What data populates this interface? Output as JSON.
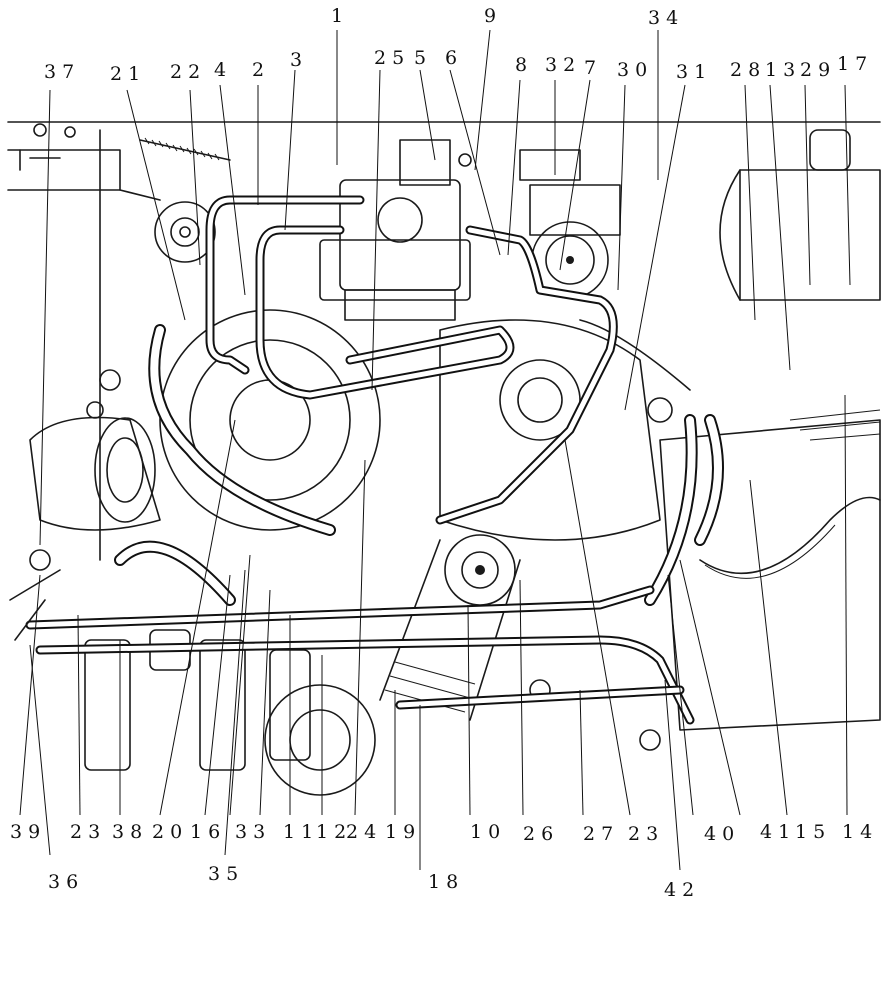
{
  "callouts_top": [
    {
      "id": "c-1",
      "text": "1"
    },
    {
      "id": "c-9",
      "text": "9"
    },
    {
      "id": "c-34",
      "text": "3 4"
    },
    {
      "id": "c-37",
      "text": "3 7"
    },
    {
      "id": "c-21",
      "text": "2 1"
    },
    {
      "id": "c-22",
      "text": "2 2"
    },
    {
      "id": "c-4",
      "text": "4"
    },
    {
      "id": "c-2",
      "text": "2"
    },
    {
      "id": "c-3",
      "text": "3"
    },
    {
      "id": "c-25",
      "text": "2 5"
    },
    {
      "id": "c-5",
      "text": "5"
    },
    {
      "id": "c-6",
      "text": "6"
    },
    {
      "id": "c-8",
      "text": "8"
    },
    {
      "id": "c-32",
      "text": "3 2"
    },
    {
      "id": "c-7",
      "text": "7"
    },
    {
      "id": "c-30",
      "text": "3 0"
    },
    {
      "id": "c-31",
      "text": "3 1"
    },
    {
      "id": "c-28",
      "text": "2 8"
    },
    {
      "id": "c-13",
      "text": "1 3"
    },
    {
      "id": "c-29",
      "text": "2 9"
    },
    {
      "id": "c-17",
      "text": "1 7"
    }
  ],
  "callouts_bottom": [
    {
      "id": "c-39",
      "text": "3 9"
    },
    {
      "id": "c-23a",
      "text": "2 3"
    },
    {
      "id": "c-38",
      "text": "3 8"
    },
    {
      "id": "c-20",
      "text": "2 0"
    },
    {
      "id": "c-16",
      "text": "1 6"
    },
    {
      "id": "c-33",
      "text": "3 3"
    },
    {
      "id": "c-11",
      "text": "1 1"
    },
    {
      "id": "c-12",
      "text": "1 2"
    },
    {
      "id": "c-24",
      "text": "2 4"
    },
    {
      "id": "c-19",
      "text": "1 9"
    },
    {
      "id": "c-10",
      "text": "1 0"
    },
    {
      "id": "c-26",
      "text": "2 6"
    },
    {
      "id": "c-27",
      "text": "2 7"
    },
    {
      "id": "c-23b",
      "text": "2 3"
    },
    {
      "id": "c-40",
      "text": "4 0"
    },
    {
      "id": "c-41",
      "text": "4 1"
    },
    {
      "id": "c-15",
      "text": "1 5"
    },
    {
      "id": "c-14",
      "text": "1 4"
    },
    {
      "id": "c-36",
      "text": "3 6"
    },
    {
      "id": "c-35",
      "text": "3 5"
    },
    {
      "id": "c-18",
      "text": "1 8"
    },
    {
      "id": "c-42",
      "text": "4 2"
    }
  ]
}
